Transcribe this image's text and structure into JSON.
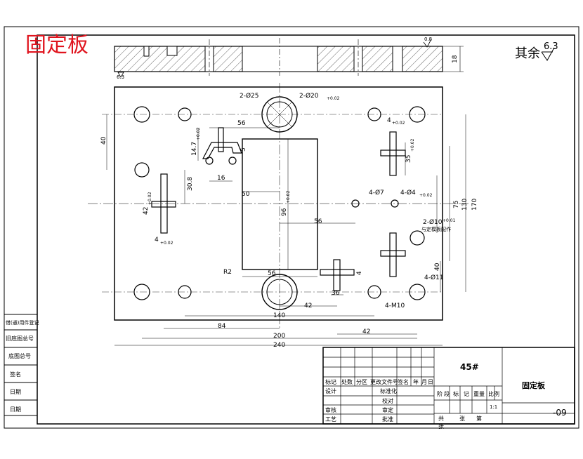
{
  "title": "固定板",
  "roughness": {
    "other_label": "其余",
    "other_value": "6.3",
    "top_value": "0.8",
    "left_value": "6.3"
  },
  "section": {
    "thickness": "18"
  },
  "dimensions": {
    "hole_2_25": "2-Ø25",
    "hole_2_20": "2-Ø20",
    "hole_2_20_tol": "+0.02",
    "d56_top": "56",
    "d40_left": "40",
    "d14_7": "14.7",
    "d14_7_tol": "+0.02",
    "d5_top": "5",
    "d30_8": "30.8",
    "d16": "16",
    "d50": "50",
    "d96": "96",
    "d96_tol": "+0.02",
    "d56_mid": "56",
    "d4_right": "4",
    "d4_right_tol": "+0.02",
    "d35": "35",
    "d35_tol": "+0.02",
    "hole_4_7": "4-Ø7",
    "hole_4_4": "4-Ø4",
    "hole_4_4_tol": "+0.02",
    "d75": "75",
    "d130": "130",
    "d170": "170",
    "d42_left": "42",
    "d42_left_tol": "+0.02",
    "d4_left": "4",
    "d4_left_tol": "+0.02",
    "hole_2_10": "2-Ø10",
    "hole_2_10_tol": "+0.01",
    "hole_2_10_note": "与定模板配作",
    "d40_right": "40",
    "hole_4_11": "4-Ø11",
    "r2": "R2",
    "d56_bottom": "56",
    "d36": "36",
    "d4_bottom": "4",
    "hole_4_m10": "4-M10",
    "d42_mid": "42",
    "d140": "140",
    "d84": "84",
    "d42_right": "42",
    "d200": "200",
    "d240": "240"
  },
  "left_panel": [
    "借(通)用件登记",
    "旧底图总号",
    "底图总号",
    "签名",
    "日期",
    "日期"
  ],
  "title_block": {
    "material": "45#",
    "part_name": "固定板",
    "drawing_no": "-09",
    "scale": "1:1",
    "rev_headers": [
      "标记",
      "处数",
      "分区",
      "更改文件号",
      "签名",
      "年",
      "月",
      "日"
    ],
    "row_design": "设计",
    "row_review": "审核",
    "row_process": "工艺",
    "std_label": "标准化",
    "check_label": "校对",
    "cert_label": "审定",
    "approve_label": "批准",
    "stage_headers": [
      "阶",
      "段",
      "标",
      "记",
      "重量",
      "比例"
    ],
    "sheet_parts": [
      "共",
      "张",
      "第",
      "张"
    ]
  }
}
